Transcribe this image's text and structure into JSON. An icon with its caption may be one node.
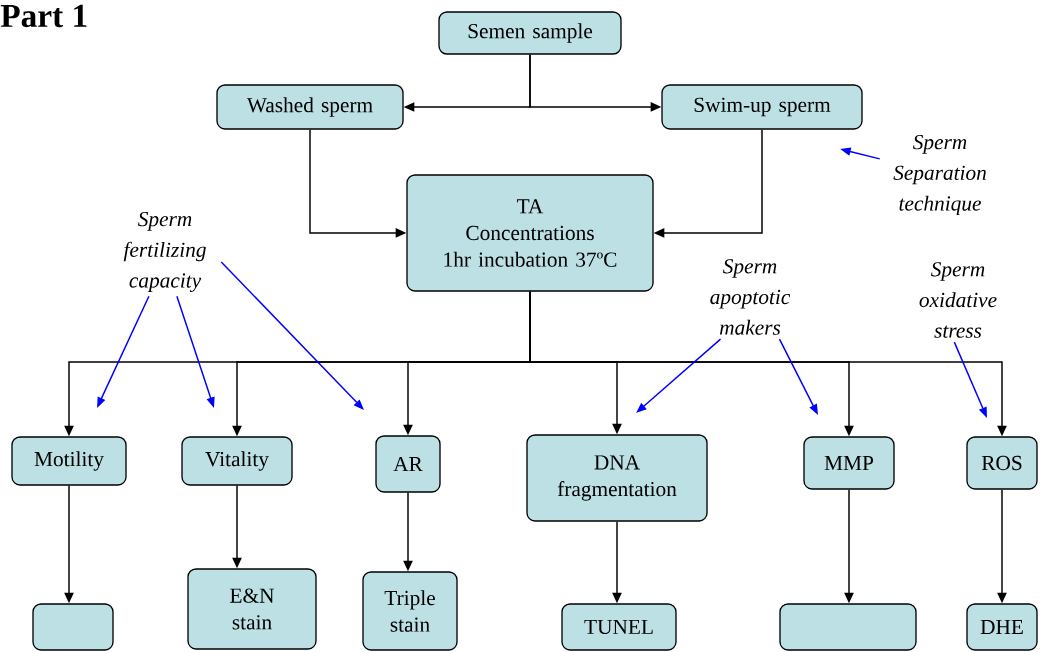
{
  "diagram": {
    "title": "Part 1",
    "nodes": [
      {
        "text": [
          "Semen sample"
        ]
      },
      {
        "text": [
          "Washed sperm"
        ]
      },
      {
        "text": [
          "Swim-up sperm"
        ]
      },
      {
        "text": [
          "TA",
          "Concentrations",
          "1hr incubation 37ºC"
        ]
      },
      {
        "text": [
          "Motility"
        ]
      },
      {
        "text": [
          "Vitality"
        ]
      },
      {
        "text": [
          "AR"
        ]
      },
      {
        "text": [
          "DNA fragmentation"
        ]
      },
      {
        "text": [
          "MMP"
        ]
      },
      {
        "text": [
          "ROS"
        ]
      },
      {
        "text": [],
        "shape": "box"
      },
      {
        "text": [
          "E&N stain"
        ]
      },
      {
        "text": [
          "Triple stain"
        ]
      },
      {
        "text": [
          "TUNEL"
        ]
      },
      {
        "text": [],
        "shape": "box"
      },
      {
        "text": [
          "DHE"
        ]
      },
      {
        "text": [
          "Sperm Separation technique"
        ]
      },
      {
        "text": [
          "Sperm fertilizing capacity"
        ]
      },
      {
        "text": [
          "Sperm apoptotic makers"
        ]
      },
      {
        "text": [
          "Sperm oxidative stress"
        ]
      }
    ],
    "edges": [
      {
        "from": 0,
        "to": 1,
        "arrow": "to"
      },
      {
        "from": 0,
        "to": 2,
        "arrow": "to"
      },
      {
        "from": 1,
        "to": 3,
        "arrow": "to"
      },
      {
        "from": 2,
        "to": 3,
        "arrow": "to"
      },
      {
        "from": 3,
        "to": 4,
        "arrow": "to"
      },
      {
        "from": 3,
        "to": 5,
        "arrow": "to"
      },
      {
        "from": 3,
        "to": 6,
        "arrow": "to"
      },
      {
        "from": 3,
        "to": 7,
        "arrow": "to"
      },
      {
        "from": 3,
        "to": 8,
        "arrow": "to"
      },
      {
        "from": 3,
        "to": 9,
        "arrow": "to"
      },
      {
        "from": 4,
        "to": 10,
        "arrow": "to"
      },
      {
        "from": 5,
        "to": 11,
        "arrow": "to"
      },
      {
        "from": 6,
        "to": 12,
        "arrow": "to"
      },
      {
        "from": 7,
        "to": 13,
        "arrow": "to"
      },
      {
        "from": 8,
        "to": 14,
        "arrow": "to"
      },
      {
        "from": 9,
        "to": 15,
        "arrow": "to"
      },
      {
        "from": 16,
        "to": null,
        "arrow": "to",
        "color": "#0000ff"
      },
      {
        "from": 17,
        "to": null,
        "arrow": "to",
        "color": "#0000ff"
      },
      {
        "from": 17,
        "to": null,
        "arrow": "to",
        "color": "#0000ff"
      },
      {
        "from": 17,
        "to": null,
        "arrow": "to",
        "color": "#0000ff"
      },
      {
        "from": 18,
        "to": null,
        "arrow": "to",
        "color": "#0000ff"
      },
      {
        "from": 18,
        "to": null,
        "arrow": "to",
        "color": "#0000ff"
      },
      {
        "from": 19,
        "to": null,
        "arrow": "to",
        "color": "#0000ff"
      }
    ]
  }
}
